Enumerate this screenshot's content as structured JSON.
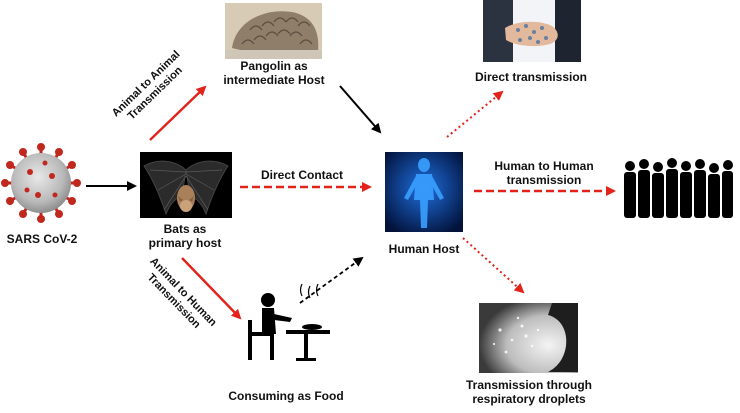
{
  "nodes": {
    "virus": "SARS CoV-2",
    "bat_line1": "Bats as",
    "bat_line2": "primary host",
    "pangolin_line1": "Pangolin as",
    "pangolin_line2": "intermediate Host",
    "human_host": "Human Host",
    "food": "Consuming as Food",
    "direct_transmission": "Direct transmission",
    "droplets_line1": "Transmission through",
    "droplets_line2": "respiratory droplets"
  },
  "edges": {
    "animal_to_animal_line1": "Animal to Animal",
    "animal_to_animal_line2": "Transmission",
    "direct_contact": "Direct Contact",
    "human_to_human_line1": "Human to Human",
    "human_to_human_line2": "transmission",
    "animal_to_human_line1": "Animal to Human",
    "animal_to_human_line2": "Transmission"
  },
  "colors": {
    "arrow_red": "#e3231b",
    "arrow_black": "#000000"
  }
}
